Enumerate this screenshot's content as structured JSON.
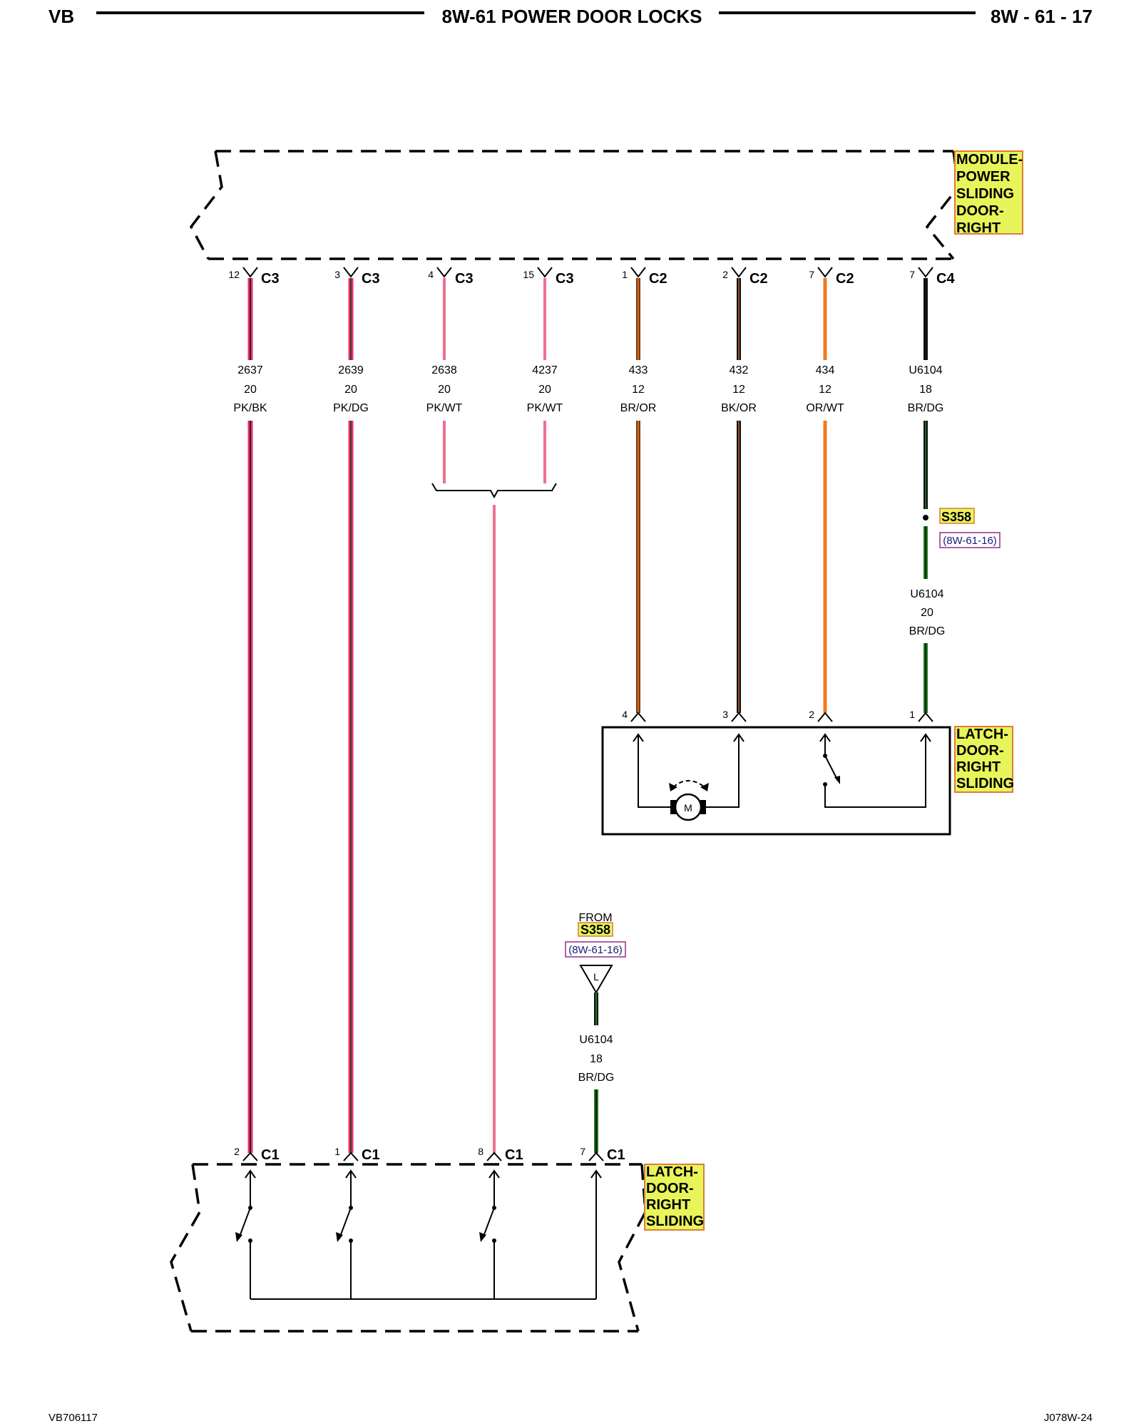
{
  "header": {
    "left": "VB",
    "title": "8W-61 POWER DOOR LOCKS",
    "right": "8W - 61 - 17"
  },
  "footer": {
    "left": "VB706117",
    "right": "J078W-24"
  },
  "colors": {
    "pink": "#e8336b",
    "black": "#111111",
    "brown": "#7a3a10",
    "orange": "#f07a1e",
    "green": "#1f7a1f",
    "highlight_yellow": "#e8f55a",
    "highlight_border": "#e07a3a",
    "ref_border": "#9a2a8a"
  },
  "module": {
    "label_lines": [
      "MODULE-",
      "POWER",
      "SLIDING",
      "DOOR-",
      "RIGHT"
    ]
  },
  "module_pins": [
    {
      "pin": "12",
      "conn": "C3",
      "circuit": "2637",
      "gauge": "20",
      "color": "PK/BK"
    },
    {
      "pin": "3",
      "conn": "C3",
      "circuit": "2639",
      "gauge": "20",
      "color": "PK/DG"
    },
    {
      "pin": "4",
      "conn": "C3",
      "circuit": "2638",
      "gauge": "20",
      "color": "PK/WT"
    },
    {
      "pin": "15",
      "conn": "C3",
      "circuit": "4237",
      "gauge": "20",
      "color": "PK/WT"
    },
    {
      "pin": "1",
      "conn": "C2",
      "circuit": "433",
      "gauge": "12",
      "color": "BR/OR"
    },
    {
      "pin": "2",
      "conn": "C2",
      "circuit": "432",
      "gauge": "12",
      "color": "BK/OR"
    },
    {
      "pin": "7",
      "conn": "C2",
      "circuit": "434",
      "gauge": "12",
      "color": "OR/WT"
    },
    {
      "pin": "7",
      "conn": "C4",
      "circuit": "U6104",
      "gauge": "18",
      "color": "BR/DG"
    }
  ],
  "splice": {
    "name": "S358",
    "ref": "(8W-61-16)",
    "out_circuit": "U6104",
    "out_gauge": "20",
    "out_color": "BR/DG"
  },
  "latch_upper": {
    "label_lines": [
      "LATCH-",
      "DOOR-",
      "RIGHT",
      "SLIDING"
    ],
    "pins": [
      "4",
      "3",
      "2",
      "1"
    ],
    "motor_label": "M"
  },
  "from_s358": {
    "from_label": "FROM",
    "splice": "S358",
    "ref": "(8W-61-16)",
    "ground_label": "L",
    "circuit": "U6104",
    "gauge": "18",
    "color": "BR/DG"
  },
  "latch_lower": {
    "label_lines": [
      "LATCH-",
      "DOOR-",
      "RIGHT",
      "SLIDING"
    ],
    "pins": [
      {
        "pin": "2",
        "conn": "C1"
      },
      {
        "pin": "1",
        "conn": "C1"
      },
      {
        "pin": "8",
        "conn": "C1"
      },
      {
        "pin": "7",
        "conn": "C1"
      }
    ]
  }
}
